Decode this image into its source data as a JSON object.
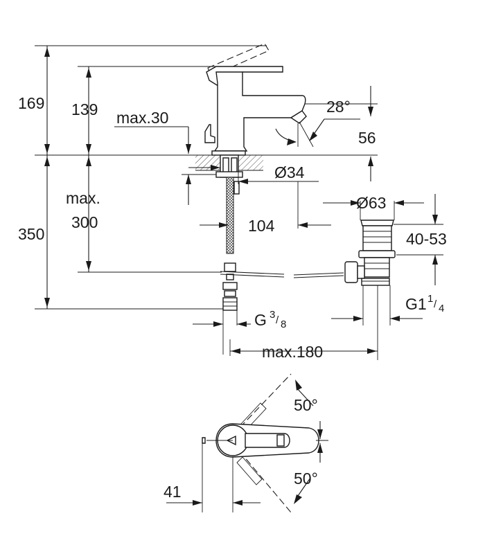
{
  "dimensions": {
    "total_height": "169",
    "spout_height": "139",
    "deck_thickness": "max.30",
    "spout_angle": "28°",
    "spout_projection": "56",
    "hole_diameter": "Ø34",
    "below_deck_a": "max.",
    "below_deck_b": "300",
    "supply_length": "350",
    "supply_offset": "104",
    "waste_diameter": "Ø63",
    "basin_thickness": "40-53",
    "supply_thread_main": "G",
    "supply_thread_num": "3",
    "supply_thread_den": "8",
    "waste_thread_main": "G1",
    "waste_thread_num": "1",
    "waste_thread_den": "4",
    "max_reach": "max.180",
    "lever_angle_back": "50°",
    "lever_angle_front": "50°",
    "lever_offset": "41"
  }
}
